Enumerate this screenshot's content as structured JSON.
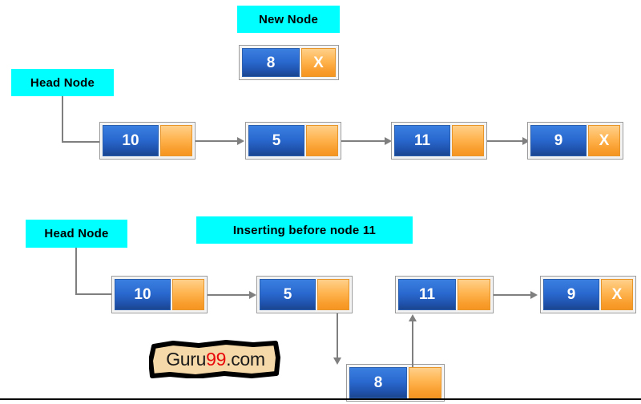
{
  "diagram": {
    "title": "Singly linked list insertion before a node",
    "colors": {
      "label_background": "#00ffff",
      "label_text": "#000000",
      "node_data_blue": "#2a6ad0",
      "node_pointer_orange": "#f89c2b",
      "node_border": "#9a9a9a",
      "connector_gray": "#7f7f7f",
      "watermark_background": "#f6d9a8",
      "watermark_accent": "#e8090b"
    },
    "labels": {
      "new_node": "New Node",
      "head_node_top": "Head Node",
      "head_node_bottom": "Head Node",
      "operation": "Inserting before node 11"
    },
    "new_node": {
      "value": "8",
      "pointer": "X"
    },
    "list_before": {
      "nodes": [
        {
          "value": "10",
          "pointer": ""
        },
        {
          "value": "5",
          "pointer": ""
        },
        {
          "value": "11",
          "pointer": ""
        },
        {
          "value": "9",
          "pointer": "X"
        }
      ]
    },
    "list_after": {
      "nodes": [
        {
          "value": "10",
          "pointer": ""
        },
        {
          "value": "5",
          "pointer": ""
        },
        {
          "value": "11",
          "pointer": ""
        },
        {
          "value": "9",
          "pointer": "X"
        }
      ],
      "inserted_node": {
        "value": "8",
        "pointer": ""
      }
    },
    "watermark": {
      "part1": "Guru",
      "part2": "99",
      "part3": ".com"
    }
  }
}
